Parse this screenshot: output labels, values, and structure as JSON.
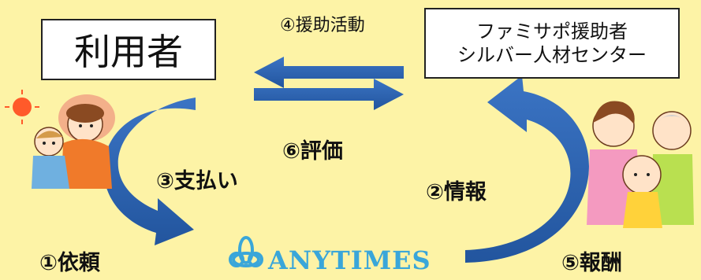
{
  "nodes": {
    "user": "利用者",
    "helper_line1": "ファミサポ援助者",
    "helper_line2": "シルバー人材センター"
  },
  "steps": {
    "support": "④援助活動",
    "evaluation": "⑥評価",
    "payment": "③支払い",
    "information": "②情報",
    "request": "①依頼",
    "reward": "⑤報酬"
  },
  "brand": {
    "name": "ANYTIMES"
  },
  "colors": {
    "background": "#fdf3a6",
    "arrow": "#2f66b5",
    "brand": "#3aa6d9"
  },
  "icons": [
    "parent-child-illustration",
    "grandparents-child-illustration",
    "anytimes-logo-icon"
  ]
}
